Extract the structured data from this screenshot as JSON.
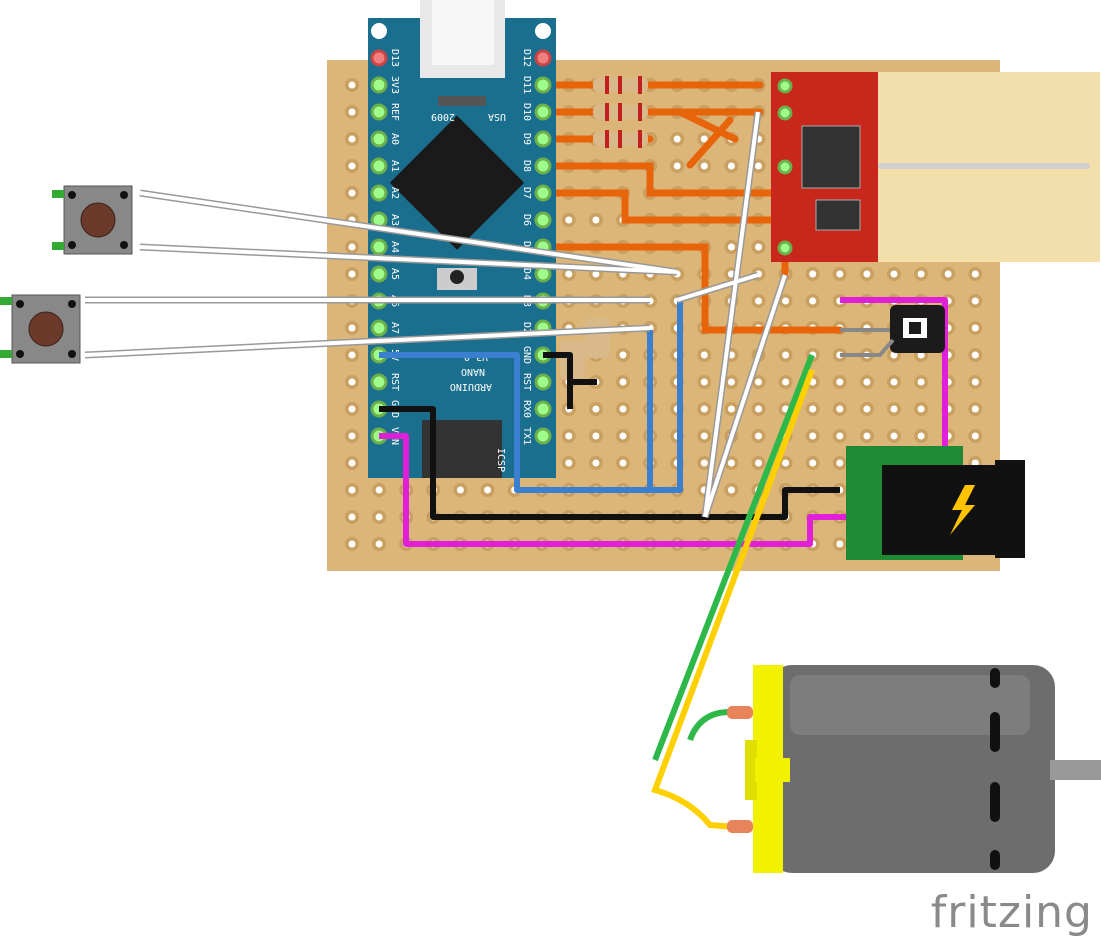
{
  "diagram": {
    "arduino": {
      "left_pins": [
        "D13",
        "3V3",
        "REF",
        "A0",
        "A1",
        "A2",
        "A3",
        "A4",
        "A5",
        "A6",
        "A7",
        "5V",
        "RST",
        "GND",
        "VIN"
      ],
      "right_pins": [
        "D12",
        "D11",
        "D10",
        "D9",
        "D8",
        "D7",
        "D6",
        "D5",
        "D4",
        "D3",
        "D2",
        "GND",
        "RST",
        "RX0",
        "TX1"
      ],
      "usb_text_left": "2009",
      "usb_text_right": "USA",
      "board_name_1": "ARDUINO",
      "board_name_2": "NANO",
      "board_version": "V3.0",
      "icsp_label": "ICSP"
    },
    "colors": {
      "stripboard": "#dcb679",
      "arduino": "#1a6e8e",
      "module": "#c8281c",
      "wire_orange": "#e8640a",
      "wire_blue": "#3a7fd0",
      "wire_black": "#111111",
      "wire_magenta": "#e020d8",
      "wire_white": "#ffffff",
      "wire_green": "#2eb84a",
      "wire_yellow": "#ffd000",
      "motor_body": "#6d6d6d",
      "motor_cap": "#f2f200"
    },
    "components": [
      "arduino-nano",
      "pushbutton",
      "pushbutton",
      "motor-driver-module",
      "transistor",
      "dc-power-jack",
      "dc-motor",
      "resistor"
    ],
    "logo": "fritzing"
  }
}
